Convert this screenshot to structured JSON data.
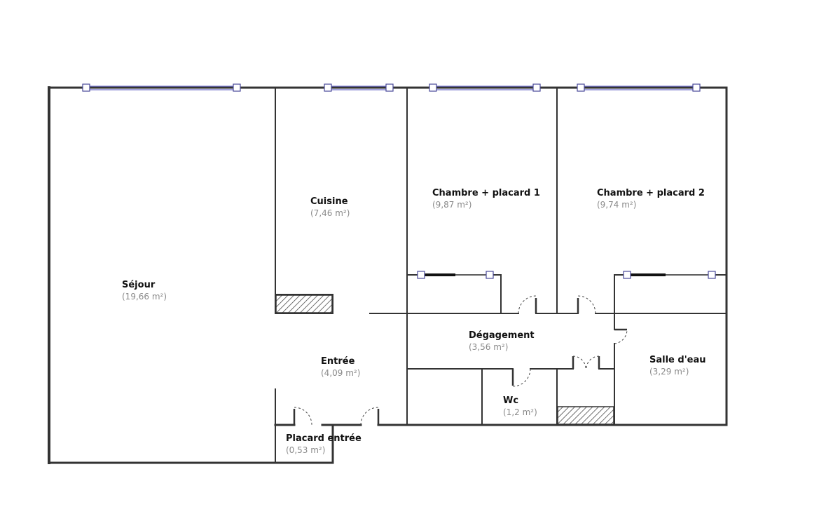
{
  "rooms": {
    "sejour": {
      "name": "Séjour",
      "area": "(19,66 m²)"
    },
    "cuisine": {
      "name": "Cuisine",
      "area": "(7,46 m²)"
    },
    "chambre1": {
      "name": "Chambre + placard 1",
      "area": "(9,87 m²)"
    },
    "chambre2": {
      "name": "Chambre + placard 2",
      "area": "(9,74 m²)"
    },
    "degagement": {
      "name": "Dégagement",
      "area": "(3,56 m²)"
    },
    "entree": {
      "name": "Entrée",
      "area": "(4,09 m²)"
    },
    "salle_eau": {
      "name": "Salle d'eau",
      "area": "(3,29 m²)"
    },
    "wc": {
      "name": "Wc",
      "area": "(1,2 m²)"
    },
    "placard_entree": {
      "name": "Placard entrée",
      "area": "(0,53 m²)"
    }
  },
  "colors": {
    "walls": "#333333",
    "windows": "#6b6bc8",
    "area_text": "#8a8a8a"
  }
}
